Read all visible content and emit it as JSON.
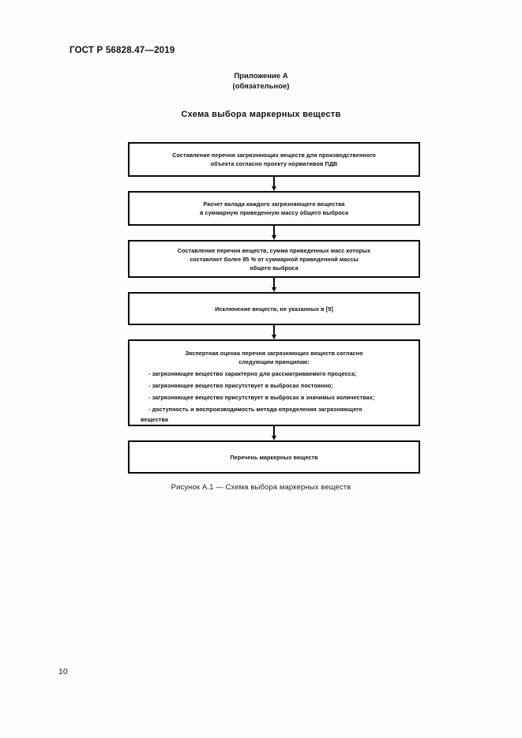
{
  "document": {
    "standard_header": "ГОСТ Р 56828.47—2019",
    "page_number": "10"
  },
  "appendix": {
    "label": "Приложение А",
    "status": "(обязательное)",
    "scheme_title": "Схема выбора маркерных веществ"
  },
  "figure": {
    "caption": "Рисунок А.1 — Схема выбора маркерных веществ"
  },
  "flowchart": {
    "nodes": [
      {
        "id": "node-1",
        "lines": [
          "Составление перечня загрязняющих веществ для производственного",
          "объекта согласно проекту нормативов ПДВ"
        ]
      },
      {
        "id": "node-2",
        "lines": [
          "Расчет вклада каждого загрязняющего вещества",
          "в суммарную приведенную массу общего выброса"
        ]
      },
      {
        "id": "node-3",
        "lines": [
          "Составление перечня веществ, сумма приведенных масс которых",
          "составляет более 85 % от суммарной приведенной массы",
          "общего выброса"
        ]
      },
      {
        "id": "node-4",
        "lines": [
          "Исключение веществ, не указанных в [5]"
        ]
      },
      {
        "id": "node-5",
        "lines": [
          "Экспертная оценка перечня загрязняющих веществ согласно",
          "следующим принципам:"
        ],
        "bullets": [
          "- загрязняющее вещество характерно для рассматриваемого процесса;",
          "- загрязняющее вещество присутствует в выбросах постоянно;",
          "- загрязняющее вещество присутствует в выбросах в значимых количествах;",
          "- доступность и воспроизводимость метода определения загрязняющего",
          "вещества"
        ]
      },
      {
        "id": "node-6",
        "lines": [
          "Перечень маркерных веществ"
        ]
      }
    ]
  }
}
